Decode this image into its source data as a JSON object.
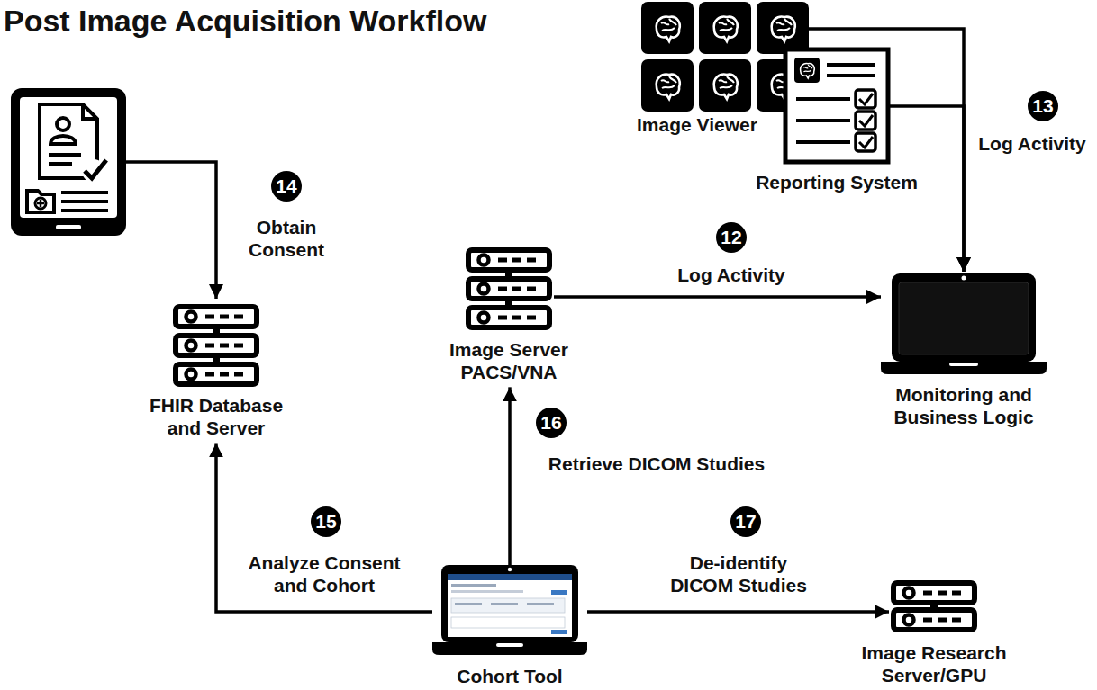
{
  "diagram": {
    "title": "Post Image Acquisition Workflow",
    "nodes": [
      {
        "text": [
          "Image Viewer"
        ]
      },
      {
        "text": [
          "Reporting System"
        ]
      },
      {
        "text": [
          "FHIR Database and Server"
        ]
      },
      {
        "text": [
          "Image Server PACS/VNA"
        ]
      },
      {
        "text": [
          "Monitoring and Business Logic"
        ]
      },
      {
        "text": [
          "Cohort Tool"
        ]
      },
      {
        "text": [
          "Image Research Server/GPU"
        ]
      }
    ],
    "edges": [
      {
        "from": 3,
        "to": 4,
        "label": "Log Activity",
        "arrow": "to"
      },
      {
        "from": 0,
        "to": 4,
        "arrow": "to"
      },
      {
        "from": 1,
        "to": 4,
        "label": "Log Activity",
        "arrow": "to"
      },
      {
        "from": 5,
        "to": 2,
        "label": "Analyze Consent and Cohort",
        "arrow": "to"
      },
      {
        "from": 5,
        "to": 3,
        "label": "Retrieve DICOM Studies",
        "arrow": "to"
      },
      {
        "from": 5,
        "to": 6,
        "label": "De-identify DICOM Studies",
        "arrow": "to"
      }
    ],
    "labels": [
      "14",
      "Obtain Consent",
      "12",
      "13",
      "15",
      "16",
      "17"
    ]
  }
}
